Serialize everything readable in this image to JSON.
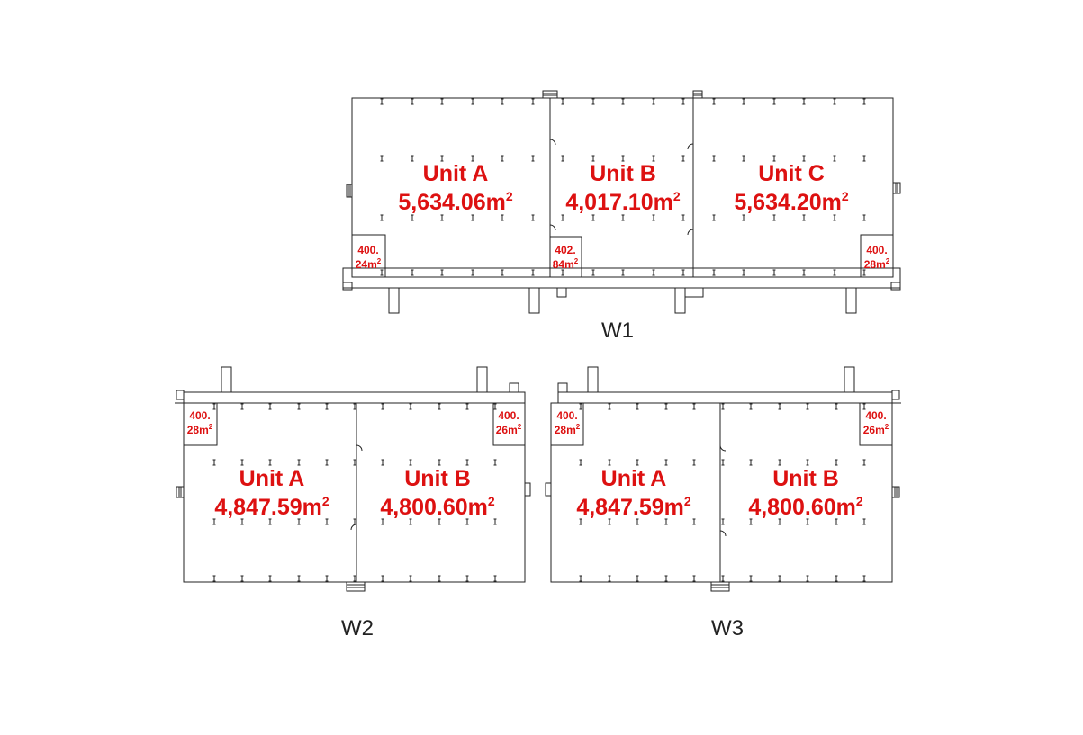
{
  "colors": {
    "label": "#dd1111",
    "line": "#222222",
    "background": "#ffffff"
  },
  "buildings": {
    "w1": {
      "label": "W1",
      "units": [
        {
          "name": "Unit A",
          "area": "5,634.06m",
          "sup": "2"
        },
        {
          "name": "Unit B",
          "area": "4,017.10m",
          "sup": "2"
        },
        {
          "name": "Unit C",
          "area": "5,634.20m",
          "sup": "2"
        }
      ],
      "offices": [
        {
          "line1": "400.",
          "line2": "24m",
          "sup": "2"
        },
        {
          "line1": "402.",
          "line2": "84m",
          "sup": "2"
        },
        {
          "line1": "400.",
          "line2": "28m",
          "sup": "2"
        }
      ]
    },
    "w2": {
      "label": "W2",
      "units": [
        {
          "name": "Unit A",
          "area": "4,847.59m",
          "sup": "2"
        },
        {
          "name": "Unit B",
          "area": "4,800.60m",
          "sup": "2"
        }
      ],
      "offices": [
        {
          "line1": "400.",
          "line2": "28m",
          "sup": "2"
        },
        {
          "line1": "400.",
          "line2": "26m",
          "sup": "2"
        }
      ]
    },
    "w3": {
      "label": "W3",
      "units": [
        {
          "name": "Unit A",
          "area": "4,847.59m",
          "sup": "2"
        },
        {
          "name": "Unit B",
          "area": "4,800.60m",
          "sup": "2"
        }
      ],
      "offices": [
        {
          "line1": "400.",
          "line2": "28m",
          "sup": "2"
        },
        {
          "line1": "400.",
          "line2": "26m",
          "sup": "2"
        }
      ]
    }
  }
}
